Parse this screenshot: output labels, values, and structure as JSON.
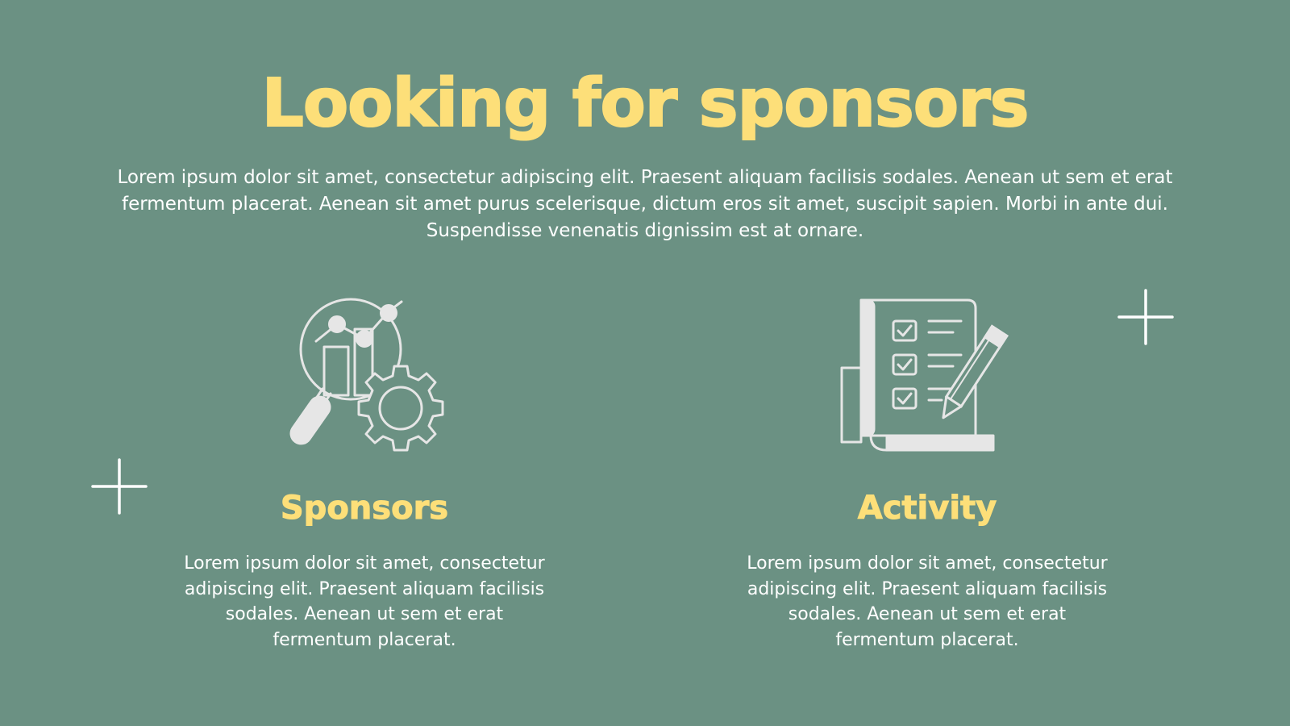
{
  "slide": {
    "title": "Looking for sponsors",
    "intro": "Lorem ipsum dolor sit amet, consectetur adipiscing elit. Praesent aliquam facilisis sodales. Aenean ut sem et erat fermentum placerat. Aenean sit amet purus scelerisque, dictum eros sit amet, suscipit sapien. Morbi in ante dui. Suspendisse venenatis dignissim est at ornare."
  },
  "columns": [
    {
      "heading": "Sponsors",
      "text": "Lorem ipsum dolor sit amet, consectetur adipiscing elit. Praesent aliquam facilisis sodales. Aenean ut sem et erat fermentum placerat.",
      "icon": "analytics-gear-icon"
    },
    {
      "heading": "Activity",
      "text": "Lorem ipsum dolor sit amet, consectetur adipiscing elit. Praesent aliquam facilisis sodales. Aenean ut sem et erat fermentum placerat.",
      "icon": "checklist-pencil-icon"
    }
  ],
  "colors": {
    "background": "#6b9183",
    "accent": "#fddf79",
    "text": "#ffffff",
    "icon_stroke": "#e6e6e6"
  }
}
